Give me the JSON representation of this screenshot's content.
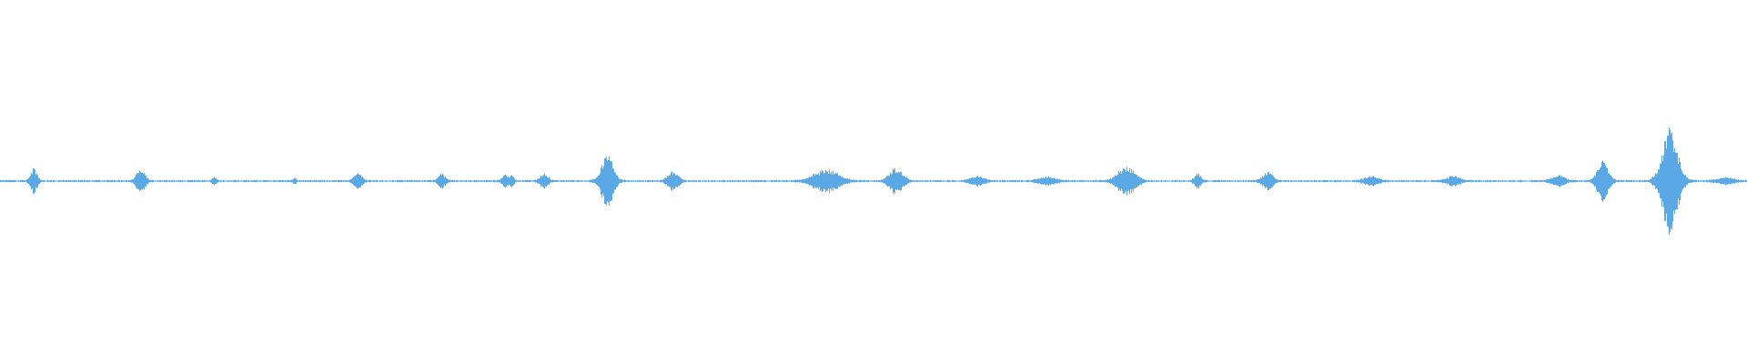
{
  "waveform": {
    "color": "#5aa9e6",
    "baseline_amplitude": 0.006,
    "events": [
      {
        "t": 0.0191,
        "amp": 0.075,
        "spread": 0.0025
      },
      {
        "t": 0.0804,
        "amp": 0.085,
        "spread": 0.003
      },
      {
        "t": 0.1224,
        "amp": 0.025,
        "spread": 0.0015
      },
      {
        "t": 0.1684,
        "amp": 0.02,
        "spread": 0.0012
      },
      {
        "t": 0.2048,
        "amp": 0.05,
        "spread": 0.003
      },
      {
        "t": 0.2526,
        "amp": 0.045,
        "spread": 0.0025
      },
      {
        "t": 0.2888,
        "amp": 0.04,
        "spread": 0.002
      },
      {
        "t": 0.2926,
        "amp": 0.035,
        "spread": 0.0018
      },
      {
        "t": 0.3112,
        "amp": 0.045,
        "spread": 0.003
      },
      {
        "t": 0.3475,
        "amp": 0.17,
        "spread": 0.0045
      },
      {
        "t": 0.3852,
        "amp": 0.06,
        "spread": 0.004
      },
      {
        "t": 0.4727,
        "amp": 0.075,
        "spread": 0.009
      },
      {
        "t": 0.5128,
        "amp": 0.085,
        "spread": 0.005
      },
      {
        "t": 0.5592,
        "amp": 0.03,
        "spread": 0.005
      },
      {
        "t": 0.5994,
        "amp": 0.025,
        "spread": 0.006
      },
      {
        "t": 0.6444,
        "amp": 0.09,
        "spread": 0.0065
      },
      {
        "t": 0.6854,
        "amp": 0.045,
        "spread": 0.0025
      },
      {
        "t": 0.7256,
        "amp": 0.055,
        "spread": 0.004
      },
      {
        "t": 0.7848,
        "amp": 0.03,
        "spread": 0.005
      },
      {
        "t": 0.8316,
        "amp": 0.03,
        "spread": 0.005
      },
      {
        "t": 0.8916,
        "amp": 0.035,
        "spread": 0.005
      },
      {
        "t": 0.9172,
        "amp": 0.13,
        "spread": 0.004
      },
      {
        "t": 0.9557,
        "amp": 0.34,
        "spread": 0.006
      },
      {
        "t": 0.9878,
        "amp": 0.02,
        "spread": 0.006
      }
    ]
  }
}
